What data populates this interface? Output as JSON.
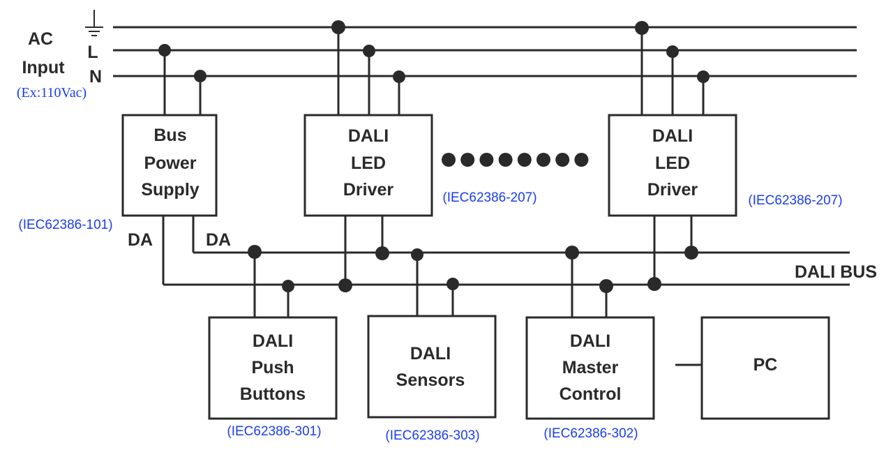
{
  "ac_input": {
    "title_line1": "AC",
    "title_line2": "Input",
    "example": "(Ex:110Vac)",
    "lines": [
      "L",
      "N"
    ],
    "ground_icon": "ground-icon"
  },
  "blocks": {
    "bus_power_supply": {
      "lines": [
        "Bus",
        "Power",
        "Supply"
      ],
      "standard": "(IEC62386-101)"
    },
    "led_driver_1": {
      "lines": [
        "DALI",
        "LED",
        "Driver"
      ],
      "standard": "(IEC62386-207)"
    },
    "led_driver_2": {
      "lines": [
        "DALI",
        "LED",
        "Driver"
      ],
      "standard": "(IEC62386-207)"
    },
    "push_buttons": {
      "lines": [
        "DALI",
        "Push",
        "Buttons"
      ],
      "standard": "(IEC62386-301)"
    },
    "sensors": {
      "lines": [
        "DALI",
        "Sensors"
      ],
      "standard": "(IEC62386-303)"
    },
    "master_control": {
      "lines": [
        "DALI",
        "Master",
        "Control"
      ],
      "standard": "(IEC62386-302)"
    },
    "pc": {
      "lines": [
        "PC"
      ]
    }
  },
  "bus": {
    "label": "DALI BUS",
    "da_labels": [
      "DA",
      "DA"
    ]
  },
  "ellipsis_dot_count": 8
}
